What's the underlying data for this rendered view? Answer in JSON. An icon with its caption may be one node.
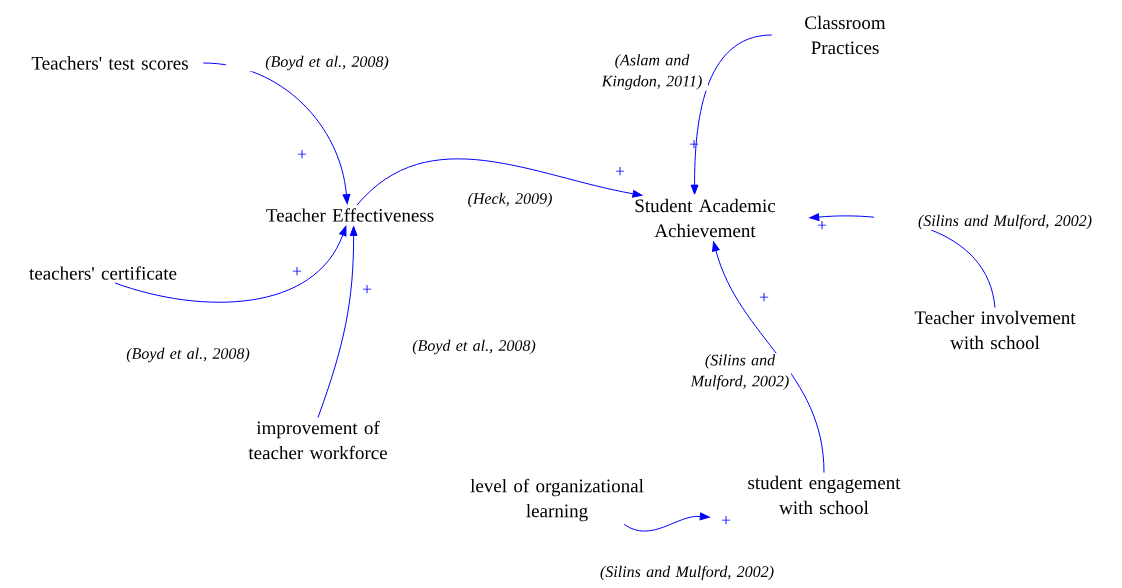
{
  "diagram": {
    "nodes": [
      {
        "text": [
          "Teachers' test scores"
        ]
      },
      {
        "text": [
          "Classroom Practices"
        ]
      },
      {
        "text": [
          "Teacher Effectiveness"
        ]
      },
      {
        "text": [
          "Student Academic Achievement"
        ]
      },
      {
        "text": [
          "teachers' certificate"
        ]
      },
      {
        "text": [
          "Teacher involvement with school"
        ]
      },
      {
        "text": [
          "improvement of teacher workforce"
        ]
      },
      {
        "text": [
          "level of organizational learning"
        ]
      },
      {
        "text": [
          "student engagement with school"
        ]
      }
    ],
    "edges": [
      {
        "from": 0,
        "to": 2,
        "arrow": "to",
        "label": "(Boyd et al., 2008)"
      },
      {
        "from": 1,
        "to": 3,
        "arrow": "to",
        "label": "(Aslam and Kingdon, 2011)"
      },
      {
        "from": 2,
        "to": 3,
        "arrow": "to",
        "label": "(Heck, 2009)"
      },
      {
        "from": 5,
        "to": 3,
        "arrow": "to",
        "label": "(Silins and Mulford, 2002)"
      },
      {
        "from": 4,
        "to": 2,
        "arrow": "to",
        "label": "(Boyd et al., 2008)"
      },
      {
        "from": 6,
        "to": 2,
        "arrow": "to",
        "label": "(Boyd et al., 2008)"
      },
      {
        "from": 8,
        "to": 3,
        "arrow": "to",
        "label": "(Silins and Mulford, 2002)"
      },
      {
        "from": 7,
        "to": 8,
        "arrow": "to",
        "label": "(Silins and Mulford, 2002)"
      }
    ],
    "labels": [
      "+",
      "+",
      "+",
      "+",
      "+",
      "+",
      "+",
      "+"
    ]
  }
}
